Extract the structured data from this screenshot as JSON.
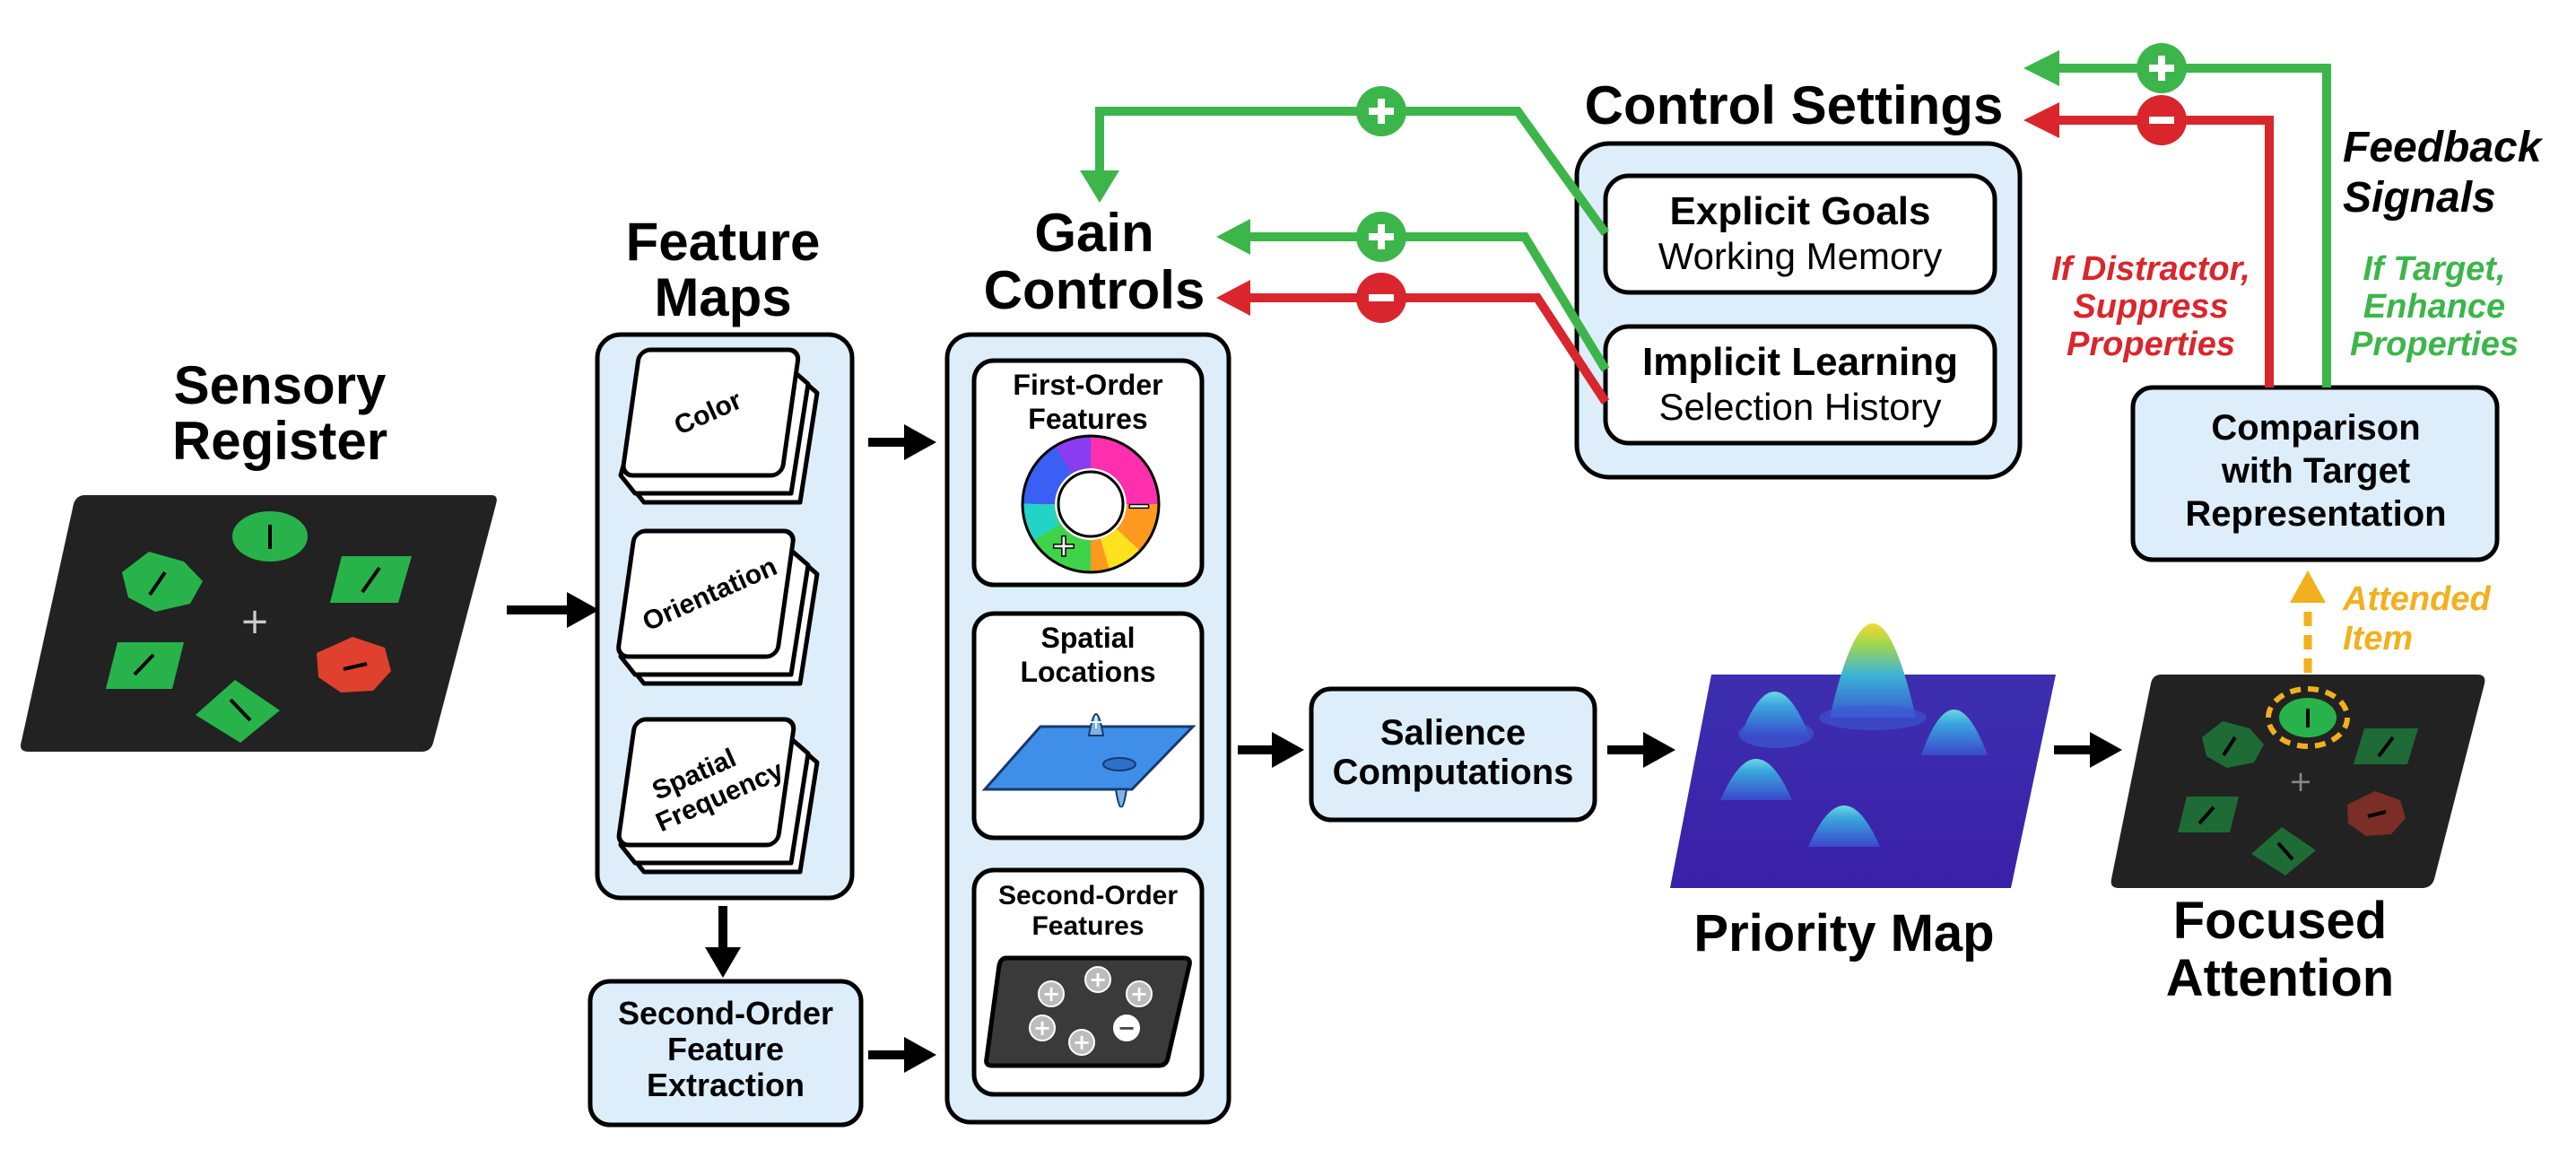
{
  "colors": {
    "enhance": "#3cb64a",
    "suppress": "#d9262c",
    "attended": "#f2b01e",
    "box_fill": "#ddeefa",
    "display_bg": "#222222",
    "item_green": "#27b34a",
    "item_red": "#e0402e"
  },
  "sensory_register": {
    "title_1": "Sensory",
    "title_2": "Register"
  },
  "feature_maps": {
    "title_1": "Feature",
    "title_2": "Maps",
    "color": "Color",
    "orientation": "Orientation",
    "spatial_frequency_1": "Spatial",
    "spatial_frequency_2": "Frequency"
  },
  "second_order_extraction": {
    "line_1": "Second-Order",
    "line_2": "Feature",
    "line_3": "Extraction"
  },
  "gain_controls": {
    "title_1": "Gain",
    "title_2": "Controls",
    "first_order_1": "First-Order",
    "first_order_2": "Features",
    "spatial_1": "Spatial",
    "spatial_2": "Locations",
    "second_order_1": "Second-Order",
    "second_order_2": "Features"
  },
  "salience": {
    "line_1": "Salience",
    "line_2": "Computations"
  },
  "priority_map": {
    "title": "Priority Map"
  },
  "focused_attention": {
    "title_1": "Focused",
    "title_2": "Attention"
  },
  "control_settings": {
    "title": "Control Settings",
    "explicit_title": "Explicit Goals",
    "explicit_sub": "Working Memory",
    "implicit_title": "Implicit Learning",
    "implicit_sub": "Selection History"
  },
  "feedback": {
    "title_1": "Feedback",
    "title_2": "Signals",
    "distractor_1": "If Distractor,",
    "distractor_2": "Suppress",
    "distractor_3": "Properties",
    "target_1": "If Target,",
    "target_2": "Enhance",
    "target_3": "Properties"
  },
  "comparison": {
    "line_1": "Comparison",
    "line_2": "with Target",
    "line_3": "Representation"
  },
  "attended_item": {
    "line_1": "Attended",
    "line_2": "Item"
  }
}
